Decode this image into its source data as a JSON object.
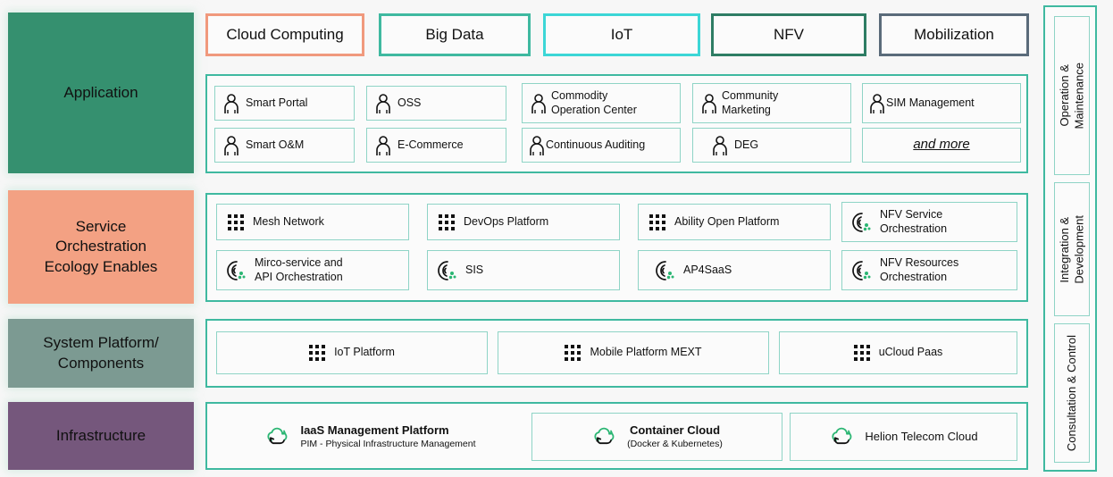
{
  "layers": [
    {
      "id": "application",
      "label": "Application",
      "color": "#35906F"
    },
    {
      "id": "service-orchestration",
      "label": "Service\nOrchestration\nEcology Enables",
      "color": "#F3A183"
    },
    {
      "id": "system-platform",
      "label": "System Platform/\nComponents",
      "color": "#7C9A92"
    },
    {
      "id": "infrastructure",
      "label": "Infrastructure",
      "color": "#75577C"
    }
  ],
  "chips": [
    {
      "label": "Cloud Computing",
      "color": "#F0997D"
    },
    {
      "label": "Big Data",
      "color": "#3FB9A0"
    },
    {
      "label": "IoT",
      "color": "#3CD6D6"
    },
    {
      "label": "NFV",
      "color": "#2E7D64"
    },
    {
      "label": "Mobilization",
      "color": "#5A6B7A"
    }
  ],
  "application_tiles": [
    {
      "label": "Smart Portal",
      "icon": "person-icon"
    },
    {
      "label": "OSS",
      "icon": "person-icon"
    },
    {
      "label": "Commodity\nOperation Center",
      "icon": "person-icon"
    },
    {
      "label": "Community\nMarketing",
      "icon": "person-icon"
    },
    {
      "label": "SIM Management",
      "icon": "person-icon"
    },
    {
      "label": "Smart O&M",
      "icon": "person-icon"
    },
    {
      "label": "E-Commerce",
      "icon": "person-icon"
    },
    {
      "label": "Continuous Auditing",
      "icon": "person-icon"
    },
    {
      "label": "DEG",
      "icon": "person-icon"
    },
    {
      "label": "and more",
      "icon": "none"
    }
  ],
  "service_tiles": [
    {
      "label": "Mesh Network",
      "icon": "grid-dots-icon"
    },
    {
      "label": "DevOps Platform",
      "icon": "grid-dots-icon"
    },
    {
      "label": "Ability Open Platform",
      "icon": "grid-dots-icon"
    },
    {
      "label": "NFV Service\nOrchestration",
      "icon": "signal-arc-icon"
    },
    {
      "label": "Mirco-service and\nAPI Orchestration",
      "icon": "signal-arc-icon"
    },
    {
      "label": "SIS",
      "icon": "signal-arc-icon"
    },
    {
      "label": "AP4SaaS",
      "icon": "signal-arc-icon"
    },
    {
      "label": "NFV Resources\nOrchestration",
      "icon": "signal-arc-icon"
    }
  ],
  "platform_tiles": [
    {
      "label": "IoT Platform",
      "icon": "grid-dots-icon"
    },
    {
      "label": "Mobile Platform MEXT",
      "icon": "grid-dots-icon"
    },
    {
      "label": "uCloud Paas",
      "icon": "grid-dots-icon"
    }
  ],
  "infrastructure_tiles": [
    {
      "title": "IaaS Management Platform",
      "subtitle": "PIM - Physical Infrastructure Management",
      "icon": "cloud-refresh-icon",
      "bordered": false
    },
    {
      "title": "Container Cloud",
      "subtitle": "(Docker & Kubernetes)",
      "icon": "cloud-refresh-icon",
      "bordered": true
    },
    {
      "title": "Helion Telecom Cloud",
      "subtitle": "",
      "icon": "cloud-refresh-icon",
      "bordered": true
    }
  ],
  "side_column": [
    {
      "label": "Operation &\nMaintenance"
    },
    {
      "label": "Integration &\nDevelopment"
    },
    {
      "label": "Consultation & Control"
    }
  ]
}
